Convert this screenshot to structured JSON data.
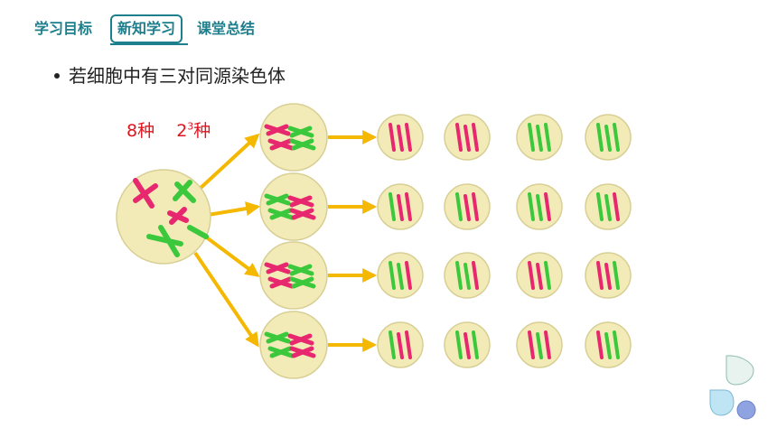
{
  "nav": {
    "tabs": [
      {
        "label": "学习目标",
        "active": false
      },
      {
        "label": "新知学习",
        "active": true
      },
      {
        "label": "课堂总结",
        "active": false
      }
    ],
    "accent_color": "#1e7f8c"
  },
  "content": {
    "bullet_text": "若细胞中有三对同源染色体",
    "count_label_a": "8种",
    "count_label_b_base": "2",
    "count_label_b_exp": "3",
    "count_label_b_unit": "种",
    "count_color": "#e0141e"
  },
  "diagram": {
    "colors": {
      "cell_fill": "#f2ebb8",
      "cell_stroke": "#d8cf94",
      "arrow": "#f5b800",
      "chromosome_red": "#e8286e",
      "chromosome_green": "#3cc83c"
    },
    "parent_cell": "parent-cell",
    "intermediate_rows": 4,
    "gametes_per_row": 4
  }
}
